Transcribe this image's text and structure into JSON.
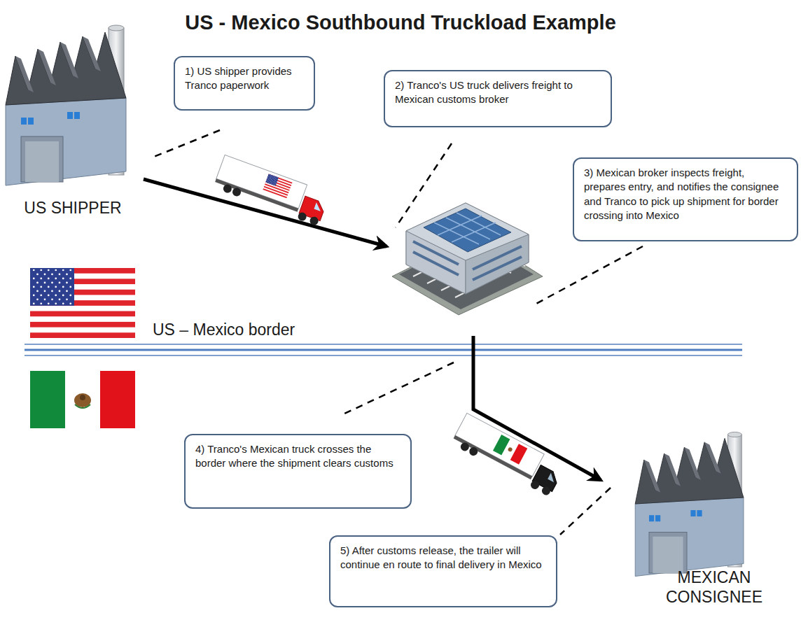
{
  "diagram": {
    "title": "US - Mexico Southbound Truckload Example",
    "nodes": [
      {
        "text": [
          "1) US shipper provides Tranco paperwork"
        ]
      },
      {
        "text": [
          "2) Tranco's US truck delivers freight to Mexican customs broker"
        ]
      },
      {
        "text": [
          "3) Mexican broker inspects freight, prepares entry, and notifies the consignee and Tranco to pick up shipment for border crossing into Mexico"
        ]
      },
      {
        "text": [
          "4) Tranco's Mexican truck crosses the border where the shipment clears customs"
        ]
      },
      {
        "text": [
          "5) After customs release, the trailer will continue en route to final delivery in Mexico"
        ]
      }
    ],
    "labels": [
      "US SHIPPER",
      "US – Mexico border",
      "MEXICAN CONSIGNEE"
    ]
  }
}
